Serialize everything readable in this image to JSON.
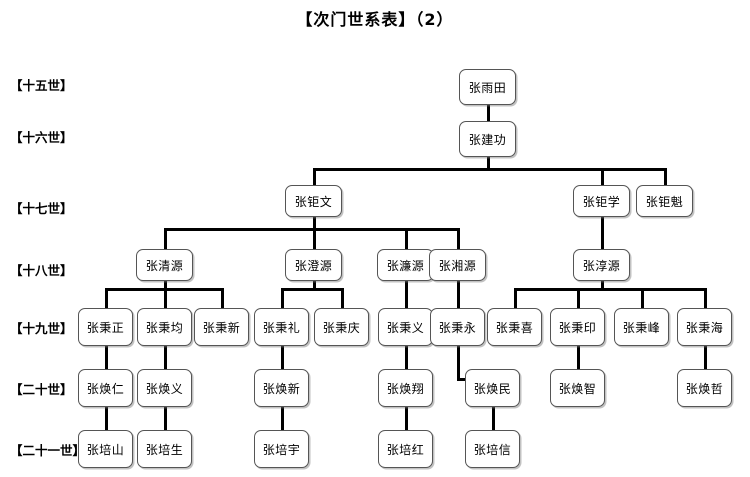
{
  "title": "【次门世系表】（2）",
  "generation_labels": [
    {
      "id": "gen15",
      "text": "【十五世】"
    },
    {
      "id": "gen16",
      "text": "【十六世】"
    },
    {
      "id": "gen17",
      "text": "【十七世】"
    },
    {
      "id": "gen18",
      "text": "【十八世】"
    },
    {
      "id": "gen19",
      "text": "【十九世】"
    },
    {
      "id": "gen20",
      "text": "【二十世】"
    },
    {
      "id": "gen21",
      "text": "【二十一世】"
    }
  ],
  "nodes": {
    "n15_1": "张雨田",
    "n16_1": "张建功",
    "n17_1": "张钜文",
    "n17_2": "张钜学",
    "n17_3": "张钜魁",
    "n18_1": "张清源",
    "n18_2": "张澄源",
    "n18_3": "张濂源",
    "n18_4": "张湘源",
    "n18_5": "张淳源",
    "n19_1": "张秉正",
    "n19_2": "张秉均",
    "n19_3": "张秉新",
    "n19_4": "张秉礼",
    "n19_5": "张秉庆",
    "n19_6": "张秉义",
    "n19_7": "张秉永",
    "n19_8": "张秉喜",
    "n19_9": "张秉印",
    "n19_10": "张秉峰",
    "n19_11": "张秉海",
    "n20_1": "张焕仁",
    "n20_2": "张焕义",
    "n20_3": "张焕新",
    "n20_4": "张焕翔",
    "n20_5": "张焕民",
    "n20_6": "张焕智",
    "n20_7": "张焕哲",
    "n21_1": "张培山",
    "n21_2": "张培生",
    "n21_3": "张培宇",
    "n21_4": "张培红",
    "n21_5": "张培信"
  },
  "colors": {
    "background": "#ffffff",
    "node_border": "#555555",
    "node_fill": "#ffffff",
    "connector": "#000000",
    "text": "#000000"
  },
  "chart_data": {
    "type": "diagram",
    "diagram_kind": "genealogy-tree",
    "title": "【次门世系表】（2）",
    "generations": [
      {
        "label": "【十五世】",
        "members": [
          "张雨田"
        ]
      },
      {
        "label": "【十六世】",
        "members": [
          "张建功"
        ]
      },
      {
        "label": "【十七世】",
        "members": [
          "张钜文",
          "张钜学",
          "张钜魁"
        ]
      },
      {
        "label": "【十八世】",
        "members": [
          "张清源",
          "张澄源",
          "张濂源",
          "张湘源",
          "张淳源"
        ]
      },
      {
        "label": "【十九世】",
        "members": [
          "张秉正",
          "张秉均",
          "张秉新",
          "张秉礼",
          "张秉庆",
          "张秉义",
          "张秉永",
          "张秉喜",
          "张秉印",
          "张秉峰",
          "张秉海"
        ]
      },
      {
        "label": "【二十世】",
        "members": [
          "张焕仁",
          "张焕义",
          "张焕新",
          "张焕翔",
          "张焕民",
          "张焕智",
          "张焕哲"
        ]
      },
      {
        "label": "【二十一世】",
        "members": [
          "张培山",
          "张培生",
          "张培宇",
          "张培红",
          "张培信"
        ]
      }
    ],
    "edges": [
      [
        "张雨田",
        "张建功"
      ],
      [
        "张建功",
        "张钜文"
      ],
      [
        "张建功",
        "张钜学"
      ],
      [
        "张建功",
        "张钜魁"
      ],
      [
        "张钜文",
        "张清源"
      ],
      [
        "张钜文",
        "张澄源"
      ],
      [
        "张钜文",
        "张濂源"
      ],
      [
        "张钜文",
        "张湘源"
      ],
      [
        "张钜学",
        "张淳源"
      ],
      [
        "张清源",
        "张秉正"
      ],
      [
        "张清源",
        "张秉均"
      ],
      [
        "张清源",
        "张秉新"
      ],
      [
        "张澄源",
        "张秉礼"
      ],
      [
        "张澄源",
        "张秉庆"
      ],
      [
        "张濂源",
        "张秉义"
      ],
      [
        "张湘源",
        "张秉永"
      ],
      [
        "张淳源",
        "张秉喜"
      ],
      [
        "张淳源",
        "张秉印"
      ],
      [
        "张淳源",
        "张秉峰"
      ],
      [
        "张淳源",
        "张秉海"
      ],
      [
        "张秉正",
        "张焕仁"
      ],
      [
        "张秉均",
        "张焕义"
      ],
      [
        "张秉礼",
        "张焕新"
      ],
      [
        "张秉义",
        "张焕翔"
      ],
      [
        "张秉永",
        "张焕民"
      ],
      [
        "张秉印",
        "张焕智"
      ],
      [
        "张秉海",
        "张焕哲"
      ],
      [
        "张焕仁",
        "张培山"
      ],
      [
        "张焕义",
        "张培生"
      ],
      [
        "张焕新",
        "张培宇"
      ],
      [
        "张焕翔",
        "张培红"
      ],
      [
        "张焕民",
        "张培信"
      ]
    ]
  }
}
